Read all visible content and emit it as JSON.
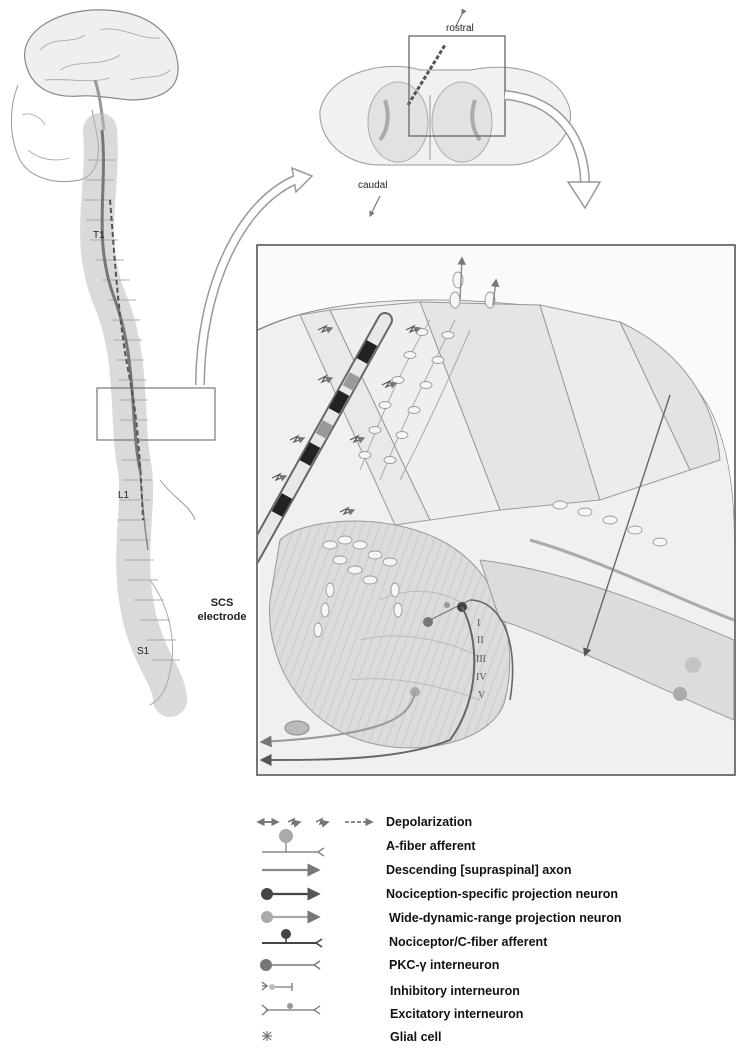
{
  "labels": {
    "rostral": "rostral",
    "caudal": "caudal",
    "t1": "T1",
    "l1": "L1",
    "s1": "S1",
    "scs": "SCS",
    "electrode": "electrode",
    "lamina_i": "I",
    "lamina_ii": "II",
    "lamina_iii": "III",
    "lamina_iv": "IV",
    "lamina_v": "V"
  },
  "legend": [
    {
      "label": "Depolarization",
      "icon": "depolarization-arrows-icon"
    },
    {
      "label": "A-fiber afferent",
      "icon": "a-fiber-afferent-icon"
    },
    {
      "label": "Descending [supraspinal] axon",
      "icon": "descending-axon-icon"
    },
    {
      "label": "Nociception-specific projection neuron",
      "icon": "ns-projection-neuron-icon"
    },
    {
      "label": "Wide-dynamic-range projection neuron",
      "icon": "wdr-projection-neuron-icon"
    },
    {
      "label": "Nociceptor/C-fiber afferent",
      "icon": "c-fiber-afferent-icon"
    },
    {
      "label": "PKC-γ interneuron",
      "icon": "pkc-gamma-interneuron-icon"
    },
    {
      "label": "Inhibitory interneuron",
      "icon": "inhibitory-interneuron-icon"
    },
    {
      "label": "Excitatory interneuron",
      "icon": "excitatory-interneuron-icon"
    },
    {
      "label": "Glial cell",
      "icon": "glial-cell-icon"
    }
  ],
  "colors": {
    "outline": "#8a8a8a",
    "dark_neuron": "#444444",
    "medium_neuron": "#888888",
    "light_neuron": "#b8b8b8",
    "gray_fill": "#e6e6e6"
  }
}
